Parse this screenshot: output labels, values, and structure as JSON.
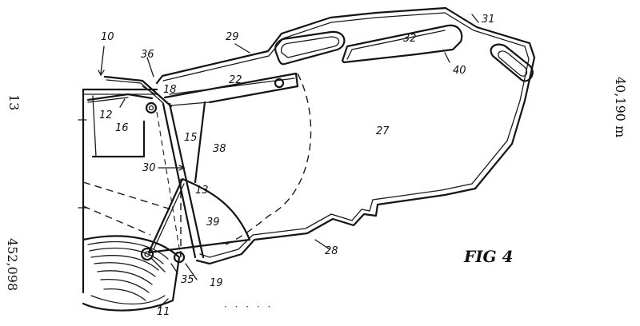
{
  "margin_left": {
    "page_number": "13",
    "document_number": "452,098"
  },
  "margin_right": {
    "patent_number": "40,190 m"
  },
  "figure_label": "FIG 4",
  "reference_numerals": {
    "r10": "10",
    "r11": "11",
    "r12": "12",
    "r13": "13",
    "r15": "15",
    "r16": "16",
    "r18": "18",
    "r19": "19",
    "r22": "22",
    "r27": "27",
    "r28": "28",
    "r29": "29",
    "r30": "30",
    "r31": "31",
    "r32": "32",
    "r35": "35",
    "r36": "36",
    "r38": "38",
    "r39": "39",
    "r40": "40"
  },
  "colors": {
    "ink": "#141414",
    "paper": "#ffffff"
  }
}
